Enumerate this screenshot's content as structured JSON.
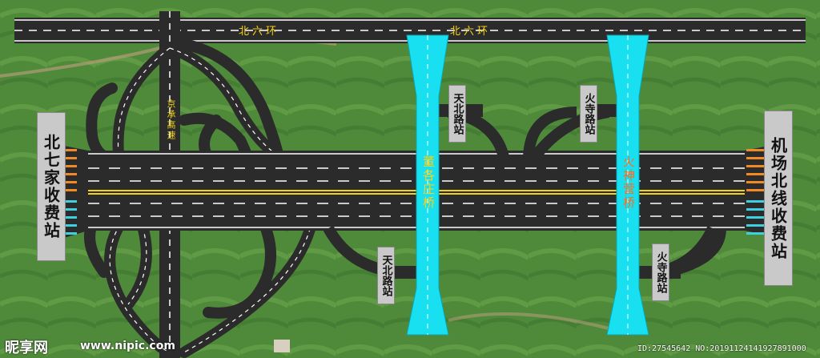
{
  "roads": {
    "north_ring_left": "北六环",
    "north_ring_right": "北六环",
    "expressway": "京承高速"
  },
  "bridges": {
    "left": "董各庄桥",
    "right": "火神营桥"
  },
  "toll_stations": {
    "west": "北七家收费站",
    "east": "机场北线收费站"
  },
  "ramps": {
    "tianbei_top": "天北路站",
    "huosi_top": "火寺路站",
    "tianbei_bottom": "天北路站",
    "huosi_bottom": "火寺路站"
  },
  "watermark": {
    "logo": "昵享网",
    "url": "www.nipic.com",
    "id": "ID:27545642 NO:20191124141927891000"
  },
  "colors": {
    "field": "#4f8a3a",
    "road": "#2b2b2b",
    "bridge": "#19e0f0",
    "lane_yellow": "#f2d21b",
    "lane_orange": "#f08a24",
    "lane_cyan": "#3fd0e0"
  }
}
